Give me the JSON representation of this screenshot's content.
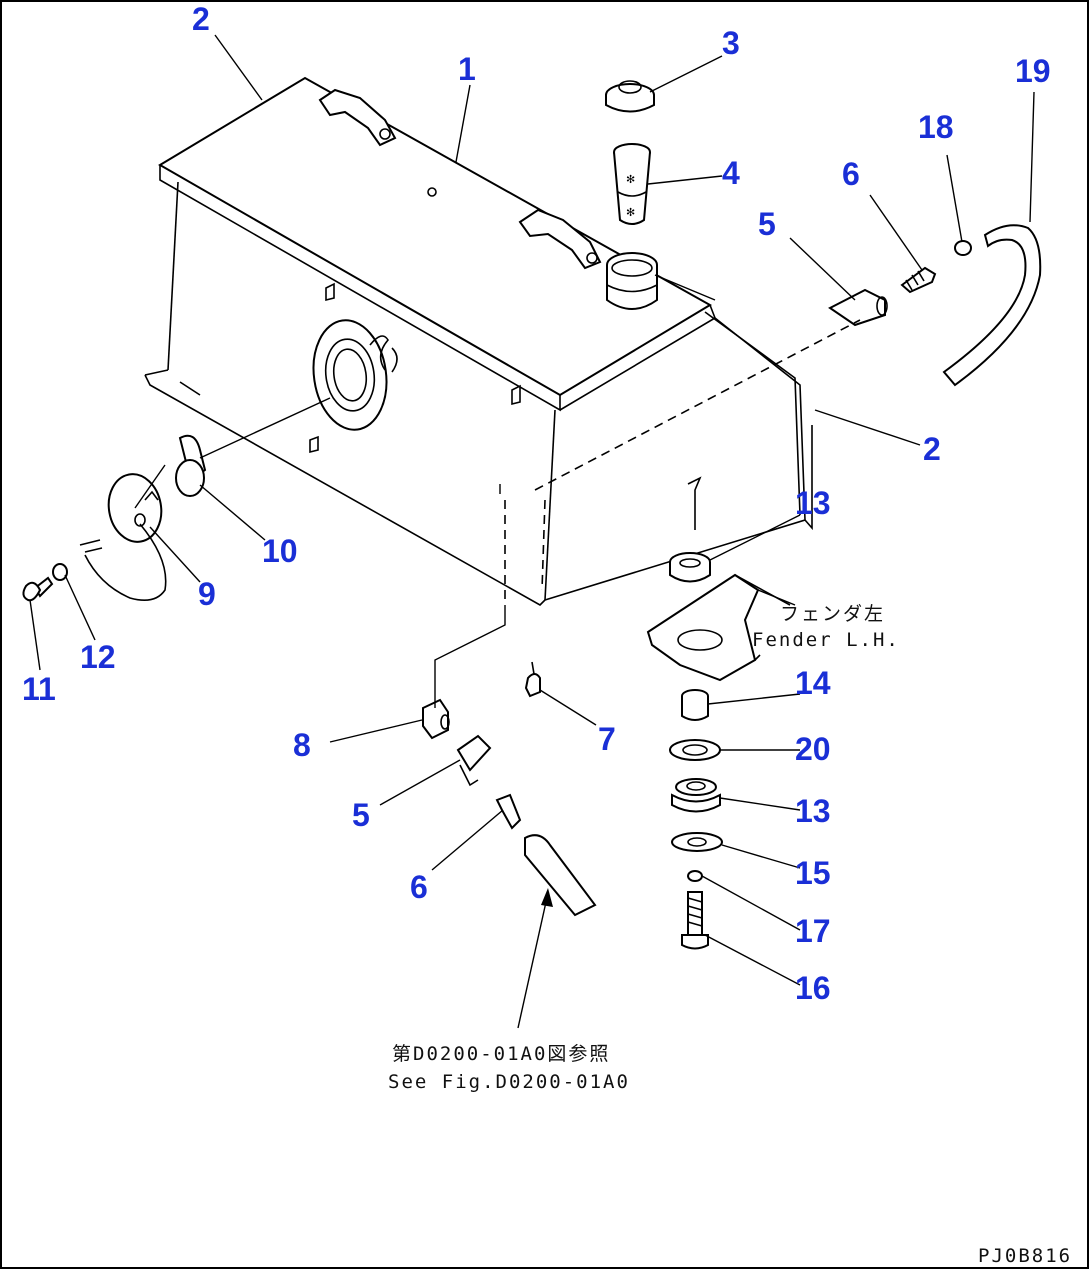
{
  "labels": {
    "l1": "1",
    "l2a": "2",
    "l2b": "2",
    "l3": "3",
    "l4": "4",
    "l5a": "5",
    "l5b": "5",
    "l6a": "6",
    "l6b": "6",
    "l7": "7",
    "l8": "8",
    "l9": "9",
    "l10": "10",
    "l11": "11",
    "l12": "12",
    "l13a": "13",
    "l13b": "13",
    "l14": "14",
    "l15": "15",
    "l16": "16",
    "l17": "17",
    "l18": "18",
    "l19": "19",
    "l20": "20"
  },
  "notes": {
    "fender_jp": "フェンダ左",
    "fender_en": "Fender L.H.",
    "ref_jp": "第D0200-01A0図参照",
    "ref_en": "See Fig.D0200-01A0",
    "code": "PJ0B816"
  }
}
